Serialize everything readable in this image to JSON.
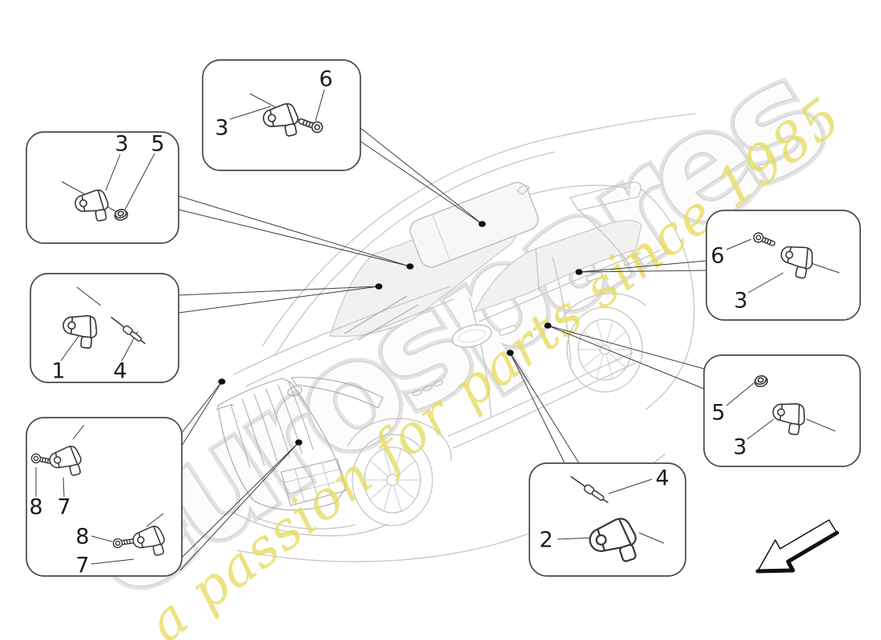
{
  "watermark": {
    "brand": "eurospares",
    "tagline": "a passion for parts since 1985",
    "brand_outline_color": "#dcdcdc",
    "tagline_color": "#e7dd63"
  },
  "callouts": {
    "roof": {
      "labels": [
        "3",
        "6"
      ]
    },
    "windshield": {
      "labels": [
        "3",
        "5"
      ]
    },
    "dashboard": {
      "labels": [
        "1",
        "4"
      ]
    },
    "front": {
      "labels": [
        "8",
        "7",
        "8",
        "7"
      ]
    },
    "rear_quarter": {
      "labels": [
        "6",
        "3"
      ]
    },
    "rear_door": {
      "labels": [
        "5",
        "3"
      ]
    },
    "sill": {
      "labels": [
        "4",
        "2"
      ]
    }
  }
}
